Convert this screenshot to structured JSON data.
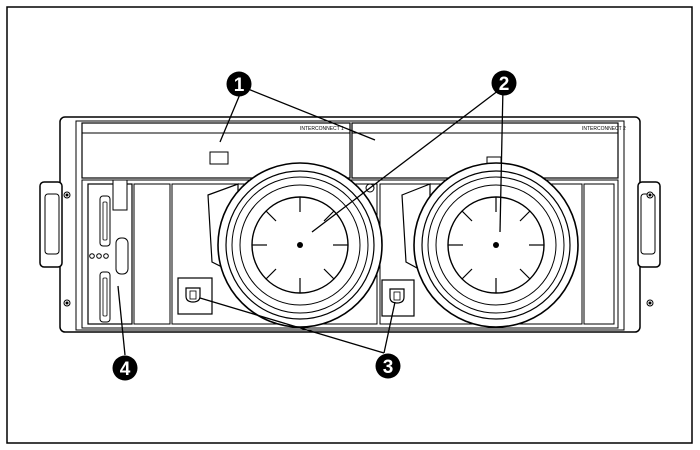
{
  "figure": {
    "colors": {
      "ink": "#000000",
      "fill": "#ffffff",
      "callout": "#000000"
    },
    "bay_labels": {
      "left": "INTERCONNECT 1",
      "right": "INTERCONNECT 2"
    },
    "callouts": [
      {
        "number": "1"
      },
      {
        "number": "2"
      },
      {
        "number": "3"
      },
      {
        "number": "4"
      }
    ]
  }
}
